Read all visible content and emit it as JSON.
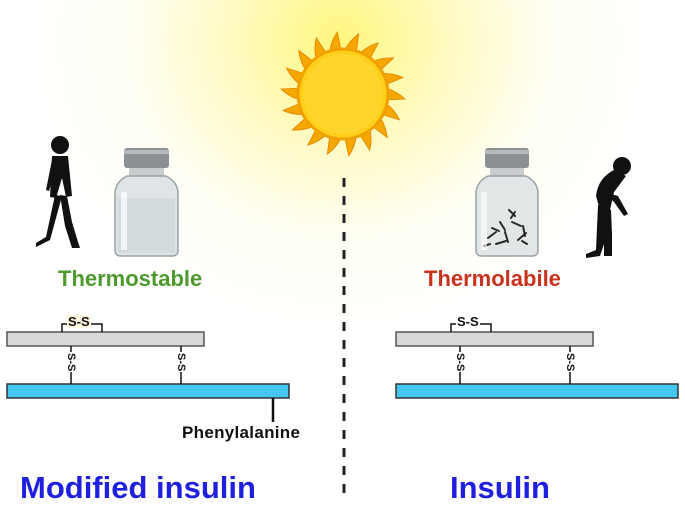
{
  "labels": {
    "thermostable": "Thermostable",
    "thermolabile": "Thermolabile",
    "modified_insulin": "Modified insulin",
    "insulin": "Insulin",
    "phenylalanine": "Phenylalanine",
    "disulfide": "S-S"
  },
  "colors": {
    "thermostable": "#4f9a2f",
    "thermolabile": "#c8321e",
    "title": "#1f1fe0",
    "a_chain": "#d9d9d9",
    "b_chain": "#43c6f0",
    "sun": "#f7b500"
  },
  "icons": [
    "sun-icon",
    "walking-person-icon",
    "bent-person-icon",
    "clear-vial-icon",
    "fibrillated-vial-icon"
  ]
}
